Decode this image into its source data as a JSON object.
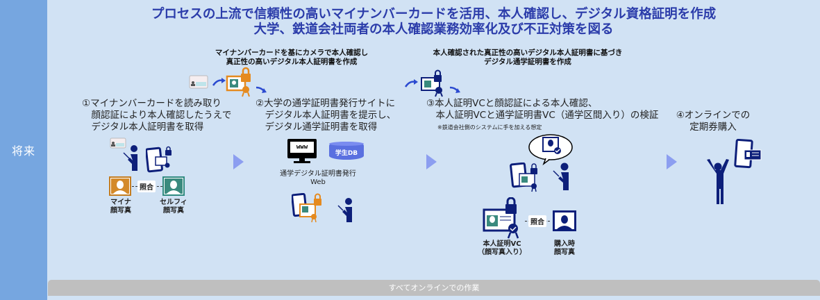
{
  "side_label": "将来",
  "title": {
    "line1": "プロセスの上流で信頼性の高いマイナンバーカードを活用、本人確認し、デジタル資格証明を作成",
    "line2": "大学、鉄道会社両者の本人確認業務効率化及び不正対策を図る"
  },
  "captions": {
    "left": {
      "line1": "マイナンバーカードを基にカメラで本人確認し",
      "line2": "真正性の高いデジタル本人証明書を作成"
    },
    "right": {
      "line1": "本人確認された真正性の高いデジタル本人証明書に基づき",
      "line2": "デジタル通学証明書を作成"
    }
  },
  "steps": [
    {
      "lines": [
        "①マイナンバーカードを読み取り",
        "　顔認証により本人確認したうえで",
        "　デジタル本人証明書を取得"
      ]
    },
    {
      "lines": [
        "②大学の通学証明書発行サイトに",
        "　デジタル本人証明書を提示し、",
        "　デジタル通学証明書を取得"
      ]
    },
    {
      "lines": [
        "③本人証明VCと顔認証による本人確認、",
        "　本人証明VCと通学証明書VC（通学区間入り）の検証"
      ],
      "note": "※鉄道会社側のシステムに手を加える想定"
    },
    {
      "lines": [
        "④オンラインでの",
        "定期券購入"
      ]
    }
  ],
  "step1_figure": {
    "match_label": "照合",
    "left_photo": [
      "マイナ",
      "顔写真"
    ],
    "right_photo": [
      "セルフィ",
      "顔写真"
    ]
  },
  "step2_figure": {
    "www_label": "www",
    "db_label": "学生DB",
    "site_label": [
      "通学デジタル証明書発行",
      "Web"
    ]
  },
  "step3_figure": {
    "match_label": "照合",
    "vc_label": [
      "本人証明VC",
      "（顔写真入り）"
    ],
    "purchase_photo": [
      "購入時",
      "顔写真"
    ]
  },
  "footer_bar": "すべてオンラインでの作業",
  "colors": {
    "side": "#76a6e0",
    "background": "#d1e2f4",
    "title": "#2b3caa",
    "navy": "#0d1f7a",
    "orange": "#e58a1f",
    "teal": "#3a8a7e",
    "arrow": "#8c9ef0",
    "bar": "#bfbfbf"
  }
}
